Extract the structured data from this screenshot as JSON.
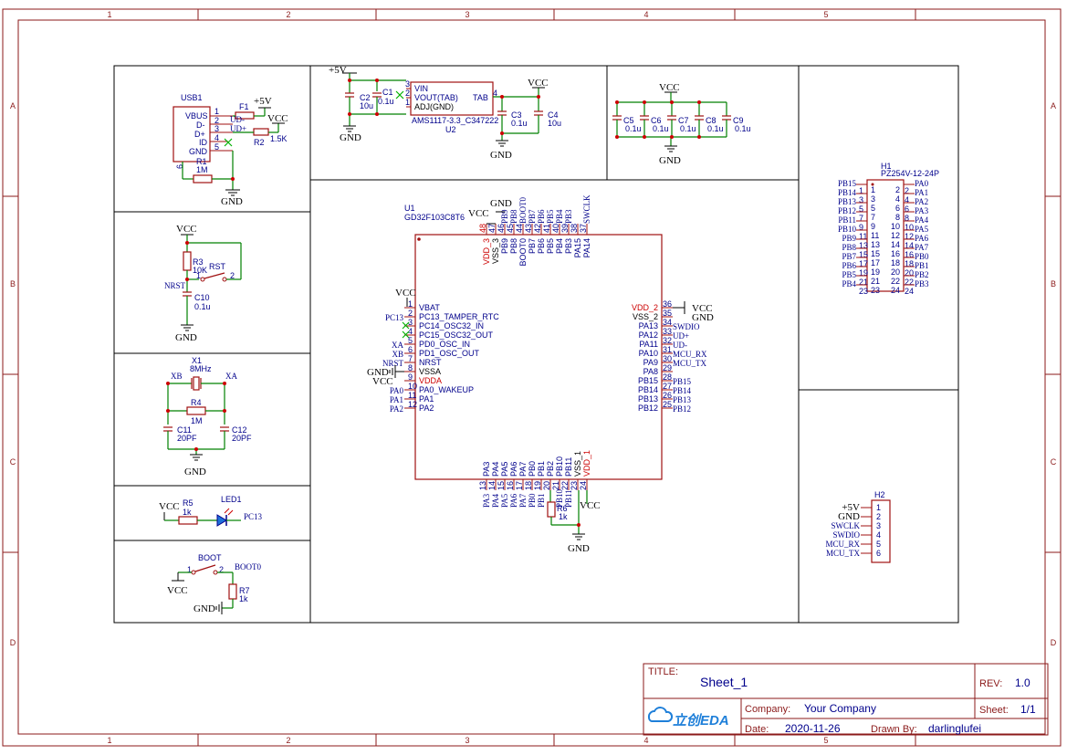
{
  "frame": {
    "columns": [
      "1",
      "2",
      "3",
      "4",
      "5"
    ],
    "rows": [
      "A",
      "B",
      "C",
      "D"
    ]
  },
  "usb": {
    "ref": "USB1",
    "pins": [
      "VBUS",
      "D-",
      "D+",
      "ID",
      "GND"
    ],
    "pin_nums": [
      "1",
      "2",
      "3",
      "4",
      "5",
      "6"
    ],
    "fuse": "F1",
    "r1": "R1",
    "r1_val": "1M",
    "r2": "R2",
    "r2_val": "1.5K",
    "net_udm": "UD-",
    "net_udp": "UD+",
    "p5v": "+5V",
    "vcc": "VCC",
    "gnd": "GND"
  },
  "ldo": {
    "p5v": "+5V",
    "c2": "C2",
    "c2_val": "10u",
    "c1": "C1",
    "c1_val": "0.1u",
    "pins": [
      "VIN",
      "VOUT(TAB)",
      "ADJ(GND)",
      "TAB"
    ],
    "pin_nums": [
      "3",
      "2",
      "1",
      "4"
    ],
    "part": "AMS1117-3.3_C347222",
    "ref": "U2",
    "c3": "C3",
    "c3_val": "0.1u",
    "c4": "C4",
    "c4_val": "10u",
    "vcc": "VCC",
    "gnd": "GND"
  },
  "decoupling": {
    "vcc": "VCC",
    "gnd": "GND",
    "caps": [
      {
        "ref": "C5",
        "val": "0.1u"
      },
      {
        "ref": "C6",
        "val": "0.1u"
      },
      {
        "ref": "C7",
        "val": "0.1u"
      },
      {
        "ref": "C8",
        "val": "0.1u"
      },
      {
        "ref": "C9",
        "val": "0.1u"
      }
    ]
  },
  "reset": {
    "vcc": "VCC",
    "r3": "R3",
    "r3_val": "10K",
    "sw": "RST",
    "p1": "1",
    "p2": "2",
    "nrst": "NRST",
    "c10": "C10",
    "c10_val": "0.1u",
    "gnd": "GND"
  },
  "crystal": {
    "ref": "X1",
    "val": "8MHz",
    "xb": "XB",
    "xa": "XA",
    "r4": "R4",
    "r4_val": "1M",
    "c11": "C11",
    "c11_val": "20PF",
    "c12": "C12",
    "c12_val": "20PF",
    "gnd": "GND"
  },
  "led": {
    "vcc": "VCC",
    "r5": "R5",
    "r5_val": "1k",
    "ref": "LED1",
    "net": "PC13"
  },
  "boot": {
    "ref": "BOOT",
    "p1": "1",
    "p2": "2",
    "net": "BOOT0",
    "vcc": "VCC",
    "r7": "R7",
    "r7_val": "1k",
    "gnd": "GND"
  },
  "mcu": {
    "ref": "U1",
    "part": "GD32F103C8T6",
    "vcc": "VCC",
    "gnd": "GND",
    "left_pins": [
      {
        "num": "1",
        "name": "VBAT",
        "net": "",
        "red": false
      },
      {
        "num": "2",
        "name": "PC13_TAMPER_RTC",
        "net": "PC13",
        "red": false
      },
      {
        "num": "3",
        "name": "PC14_OSC32_IN",
        "net": "",
        "red": false
      },
      {
        "num": "4",
        "name": "PC15_OSC32_OUT",
        "net": "",
        "red": false
      },
      {
        "num": "5",
        "name": "PD0_OSC_IN",
        "net": "XA",
        "red": false
      },
      {
        "num": "6",
        "name": "PD1_OSC_OUT",
        "net": "XB",
        "red": false
      },
      {
        "num": "7",
        "name": "NRST",
        "net": "NRST",
        "red": false
      },
      {
        "num": "8",
        "name": "VSSA",
        "net": "GND",
        "red": false
      },
      {
        "num": "9",
        "name": "VDDA",
        "net": "VCC",
        "red": true
      },
      {
        "num": "10",
        "name": "PA0_WAKEUP",
        "net": "PA0",
        "red": false
      },
      {
        "num": "11",
        "name": "PA1",
        "net": "PA1",
        "red": false
      },
      {
        "num": "12",
        "name": "PA2",
        "net": "PA2",
        "red": false
      }
    ],
    "right_pins": [
      {
        "num": "36",
        "name": "VDD_2",
        "net": "VCC",
        "red": true
      },
      {
        "num": "35",
        "name": "VSS_2",
        "net": "GND",
        "red": false
      },
      {
        "num": "34",
        "name": "PA13",
        "net": "SWDIO",
        "red": false
      },
      {
        "num": "33",
        "name": "PA12",
        "net": "UD+",
        "red": false
      },
      {
        "num": "32",
        "name": "PA11",
        "net": "UD-",
        "red": false
      },
      {
        "num": "31",
        "name": "PA10",
        "net": "MCU_RX",
        "red": false
      },
      {
        "num": "30",
        "name": "PA9",
        "net": "MCU_TX",
        "red": false
      },
      {
        "num": "29",
        "name": "PA8",
        "net": "",
        "red": false
      },
      {
        "num": "28",
        "name": "PB15",
        "net": "PB15",
        "red": false
      },
      {
        "num": "27",
        "name": "PB14",
        "net": "PB14",
        "red": false
      },
      {
        "num": "26",
        "name": "PB13",
        "net": "PB13",
        "red": false
      },
      {
        "num": "25",
        "name": "PB12",
        "net": "PB12",
        "red": false
      }
    ],
    "top_pins": [
      {
        "num": "48",
        "name": "VDD_3",
        "net": "",
        "red": true
      },
      {
        "num": "47",
        "name": "VSS_3",
        "net": "",
        "red": false
      },
      {
        "num": "46",
        "name": "PB9",
        "net": "PB9",
        "red": false
      },
      {
        "num": "45",
        "name": "PB8",
        "net": "PB8",
        "red": false
      },
      {
        "num": "44",
        "name": "BOOT0",
        "net": "BOOT0",
        "red": false
      },
      {
        "num": "43",
        "name": "PB7",
        "net": "PB7",
        "red": false
      },
      {
        "num": "42",
        "name": "PB6",
        "net": "PB6",
        "red": false
      },
      {
        "num": "41",
        "name": "PB5",
        "net": "PB5",
        "red": false
      },
      {
        "num": "40",
        "name": "PB4",
        "net": "PB4",
        "red": false
      },
      {
        "num": "39",
        "name": "PB3",
        "net": "PB3",
        "red": false
      },
      {
        "num": "38",
        "name": "PA15",
        "net": "",
        "red": false
      },
      {
        "num": "37",
        "name": "PA14",
        "net": "SWCLK",
        "red": false
      }
    ],
    "bottom_pins": [
      {
        "num": "13",
        "name": "PA3",
        "net": "PA3",
        "red": false
      },
      {
        "num": "14",
        "name": "PA4",
        "net": "PA4",
        "red": false
      },
      {
        "num": "15",
        "name": "PA5",
        "net": "PA5",
        "red": false
      },
      {
        "num": "16",
        "name": "PA6",
        "net": "PA6",
        "red": false
      },
      {
        "num": "17",
        "name": "PA7",
        "net": "PA7",
        "red": false
      },
      {
        "num": "18",
        "name": "PB0",
        "net": "PB0",
        "red": false
      },
      {
        "num": "19",
        "name": "PB1",
        "net": "PB1",
        "red": false
      },
      {
        "num": "20",
        "name": "PB2",
        "net": "",
        "red": false
      },
      {
        "num": "21",
        "name": "PB10",
        "net": "PB10",
        "red": false
      },
      {
        "num": "22",
        "name": "PB11",
        "net": "PB11",
        "red": false
      },
      {
        "num": "23",
        "name": "VSS_1",
        "net": "",
        "red": false
      },
      {
        "num": "24",
        "name": "VDD_1",
        "net": "",
        "red": true
      }
    ],
    "r6": "R6",
    "r6_val": "1k",
    "gnd2": "GND",
    "vcc2": "VCC"
  },
  "h1": {
    "ref": "H1",
    "part": "PZ254V-12-24P",
    "left": [
      {
        "net": "PB15",
        "pin": "1"
      },
      {
        "net": "PB14",
        "pin": "3"
      },
      {
        "net": "PB13",
        "pin": "5"
      },
      {
        "net": "PB12",
        "pin": "7"
      },
      {
        "net": "PB11",
        "pin": "9"
      },
      {
        "net": "PB10",
        "pin": "11"
      },
      {
        "net": "PB9",
        "pin": "13"
      },
      {
        "net": "PB8",
        "pin": "15"
      },
      {
        "net": "PB7",
        "pin": "17"
      },
      {
        "net": "PB6",
        "pin": "19"
      },
      {
        "net": "PB5",
        "pin": "21"
      },
      {
        "net": "PB4",
        "pin": "23"
      }
    ],
    "right": [
      {
        "net": "PA0",
        "pin": "2"
      },
      {
        "net": "PA1",
        "pin": "4"
      },
      {
        "net": "PA2",
        "pin": "6"
      },
      {
        "net": "PA3",
        "pin": "8"
      },
      {
        "net": "PA4",
        "pin": "10"
      },
      {
        "net": "PA5",
        "pin": "12"
      },
      {
        "net": "PA6",
        "pin": "14"
      },
      {
        "net": "PA7",
        "pin": "16"
      },
      {
        "net": "PB0",
        "pin": "18"
      },
      {
        "net": "PB1",
        "pin": "20"
      },
      {
        "net": "PB2",
        "pin": "22"
      },
      {
        "net": "PB3",
        "pin": "24"
      }
    ]
  },
  "h2": {
    "ref": "H2",
    "rows": [
      {
        "net": "+5V",
        "pin": "1"
      },
      {
        "net": "GND",
        "pin": "2"
      },
      {
        "net": "SWCLK",
        "pin": "3"
      },
      {
        "net": "SWDIO",
        "pin": "4"
      },
      {
        "net": "MCU_RX",
        "pin": "5"
      },
      {
        "net": "MCU_TX",
        "pin": "6"
      }
    ]
  },
  "titleblock": {
    "title_label": "TITLE:",
    "title": "Sheet_1",
    "rev_label": "REV:",
    "rev": "1.0",
    "company_label": "Company:",
    "company": "Your Company",
    "sheet_label": "Sheet:",
    "sheet": "1/1",
    "date_label": "Date:",
    "date": "2020-11-26",
    "drawn_label": "Drawn By:",
    "drawn": "darlinglufei",
    "logo": "立创EDA"
  },
  "colors": {
    "frame": "#8b1a1a",
    "wire": "#008000",
    "part": "#a01010",
    "net": "#00008b",
    "power": "#cc0000"
  }
}
